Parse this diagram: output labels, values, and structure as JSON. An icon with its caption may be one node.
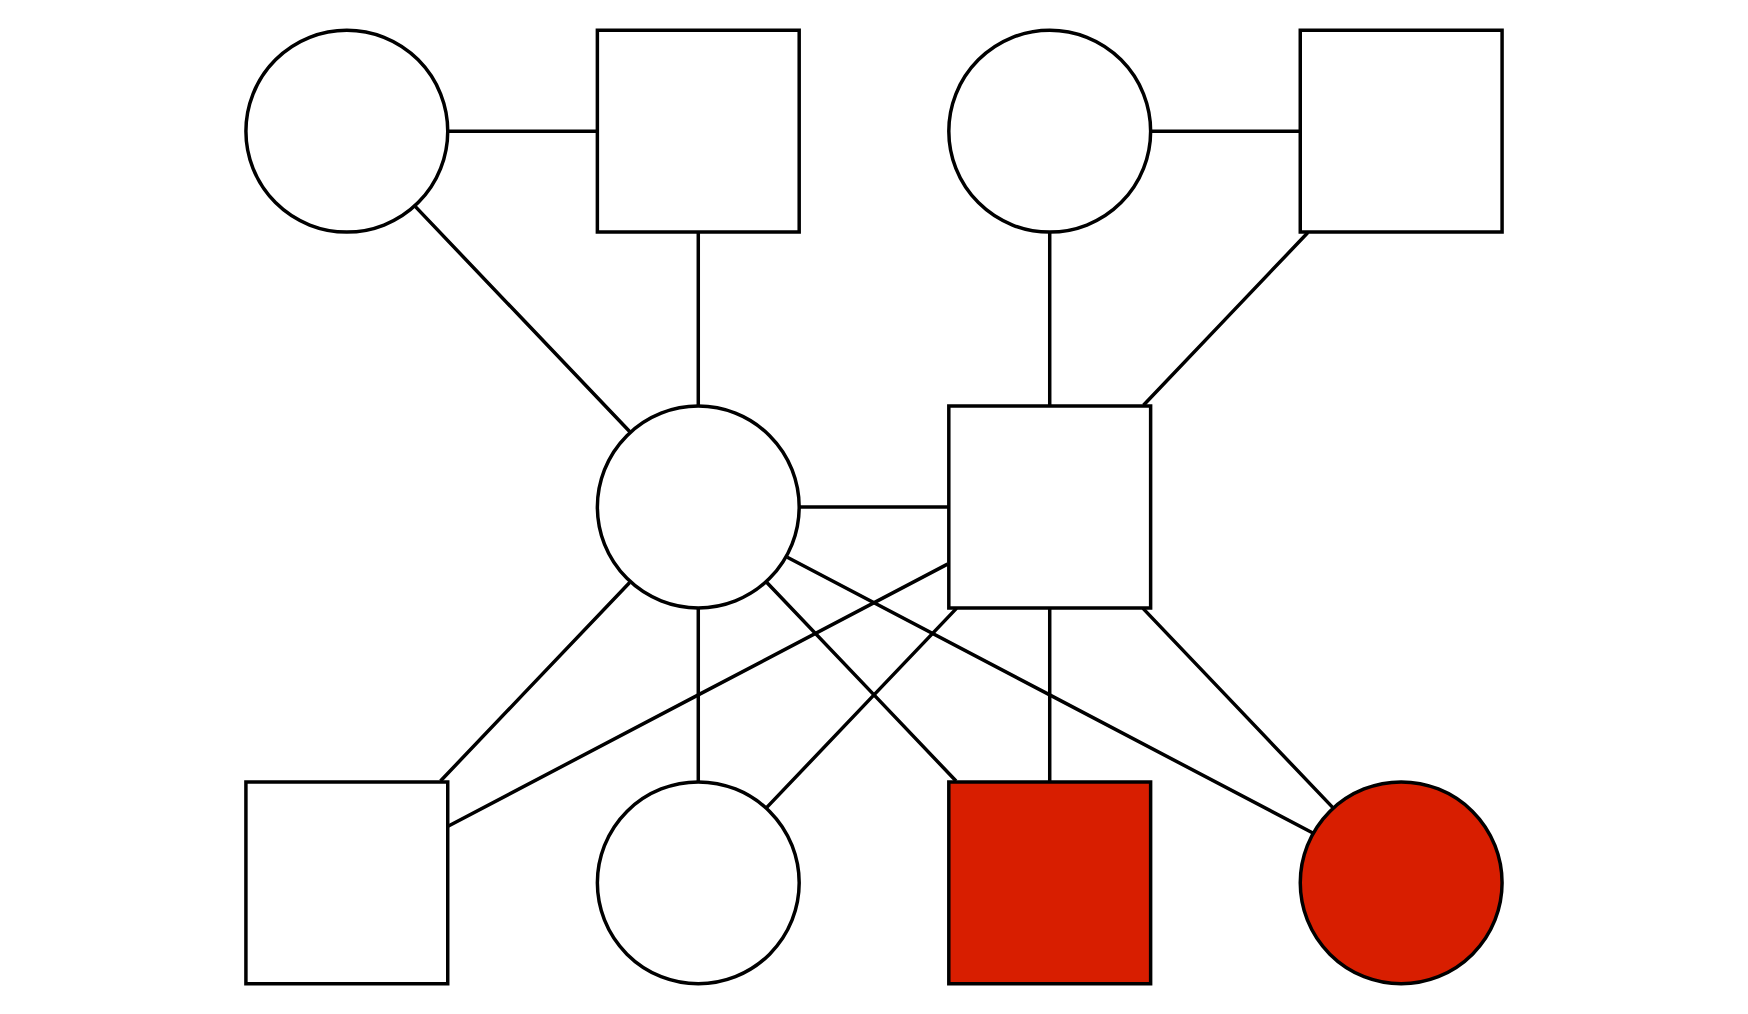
{
  "diagram": {
    "nodes": [
      {
        "text": [],
        "shape": "circle"
      },
      {
        "text": [],
        "shape": "box"
      },
      {
        "text": [],
        "shape": "circle"
      },
      {
        "text": [],
        "shape": "box"
      },
      {
        "text": [],
        "shape": "circle"
      },
      {
        "text": [],
        "shape": "box"
      },
      {
        "text": [],
        "shape": "box"
      },
      {
        "text": [],
        "shape": "circle"
      },
      {
        "text": [],
        "shape": "box"
      },
      {
        "text": [],
        "shape": "circle"
      }
    ],
    "edges": [
      {
        "from": 0,
        "to": 1,
        "arrow": "none"
      },
      {
        "from": 2,
        "to": 3,
        "arrow": "none"
      },
      {
        "from": 0,
        "to": 4,
        "arrow": "none"
      },
      {
        "from": 1,
        "to": 4,
        "arrow": "none"
      },
      {
        "from": 2,
        "to": 5,
        "arrow": "none"
      },
      {
        "from": 3,
        "to": 5,
        "arrow": "none"
      },
      {
        "from": 4,
        "to": 5,
        "arrow": "none"
      },
      {
        "from": 4,
        "to": 6,
        "arrow": "none"
      },
      {
        "from": 5,
        "to": 6,
        "arrow": "none"
      },
      {
        "from": 4,
        "to": 7,
        "arrow": "none"
      },
      {
        "from": 5,
        "to": 7,
        "arrow": "none"
      },
      {
        "from": 4,
        "to": 8,
        "arrow": "none"
      },
      {
        "from": 5,
        "to": 8,
        "arrow": "none"
      },
      {
        "from": 4,
        "to": 9,
        "arrow": "none"
      },
      {
        "from": 5,
        "to": 9,
        "arrow": "none"
      }
    ]
  }
}
